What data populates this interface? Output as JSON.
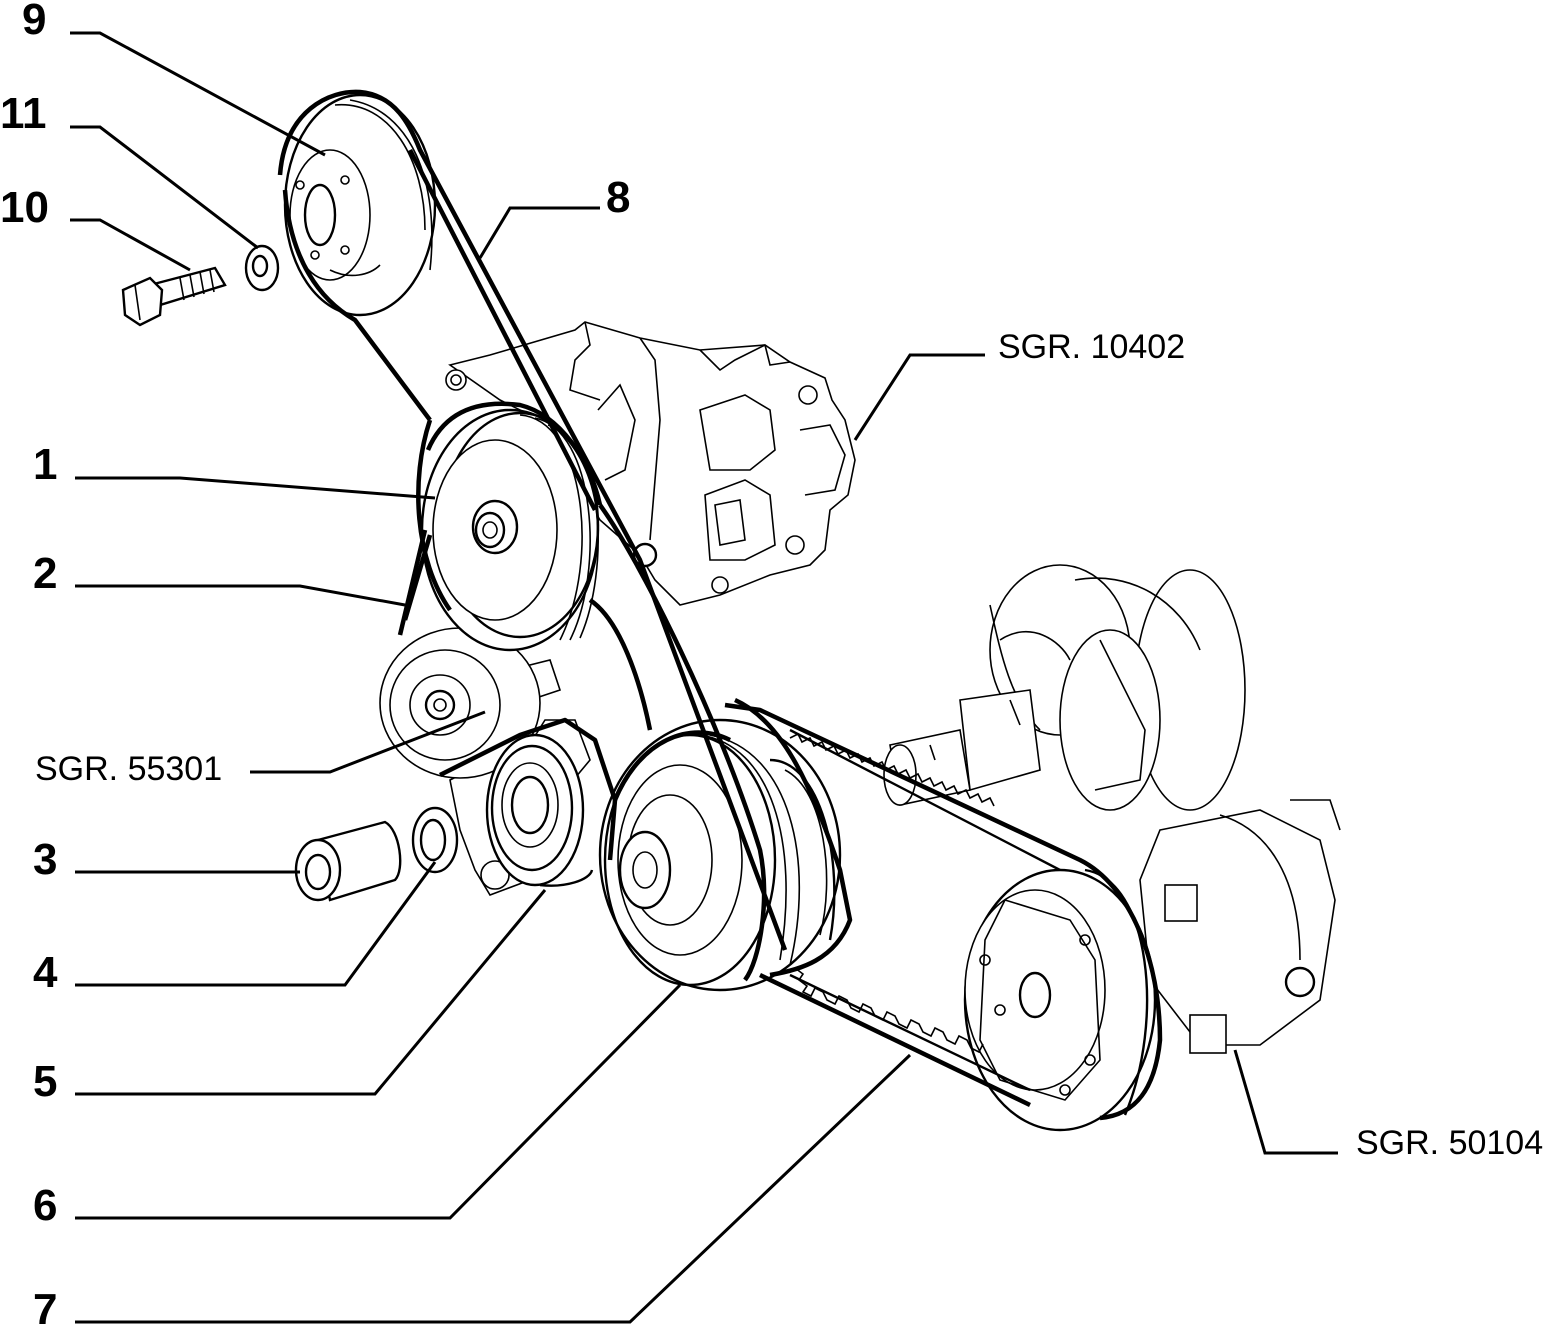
{
  "callouts": [
    {
      "id": "9",
      "text": "9"
    },
    {
      "id": "11",
      "text": "11"
    },
    {
      "id": "10",
      "text": "10"
    },
    {
      "id": "8",
      "text": "8"
    },
    {
      "id": "1",
      "text": "1"
    },
    {
      "id": "2",
      "text": "2"
    },
    {
      "id": "3",
      "text": "3"
    },
    {
      "id": "4",
      "text": "4"
    },
    {
      "id": "5",
      "text": "5"
    },
    {
      "id": "6",
      "text": "6"
    },
    {
      "id": "7",
      "text": "7"
    }
  ],
  "references": [
    {
      "id": "sgr_10402",
      "text": "SGR. 10402"
    },
    {
      "id": "sgr_55301",
      "text": "SGR. 55301"
    },
    {
      "id": "sgr_50104",
      "text": "SGR. 50104"
    }
  ]
}
